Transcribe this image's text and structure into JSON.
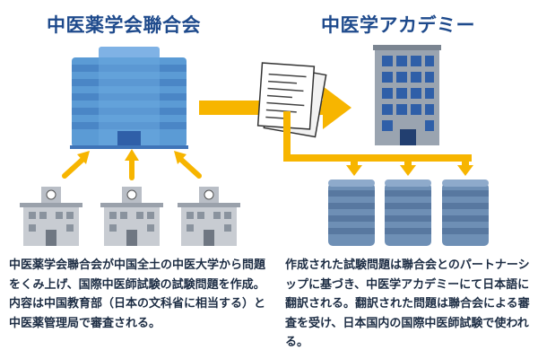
{
  "left": {
    "title": "中医薬学会聯合会",
    "description": "中医薬学会聯合会が中国全土の中医大学から問題をくみ上げ、国際中医師試験の試験問題を作成。内容は中国教育部（日本の文科省に相当する）と中医薬管理局で審査される。"
  },
  "right": {
    "title": "中医学アカデミー",
    "description": "作成された試験問題は聯合会とのパートナーシップに基づき、中医学アカデミーにて日本語に翻訳される。翻訳された問題は聯合会による審査を受け、日本国内の国際中医師試験で使われる。"
  },
  "colors": {
    "title": "#1e4a8c",
    "arrow": "#f7b500",
    "building_blue": "#5b9bd5",
    "building_dark": "#2f5fa8",
    "school_gray": "#c8ccd2",
    "text": "#1d2d44"
  }
}
